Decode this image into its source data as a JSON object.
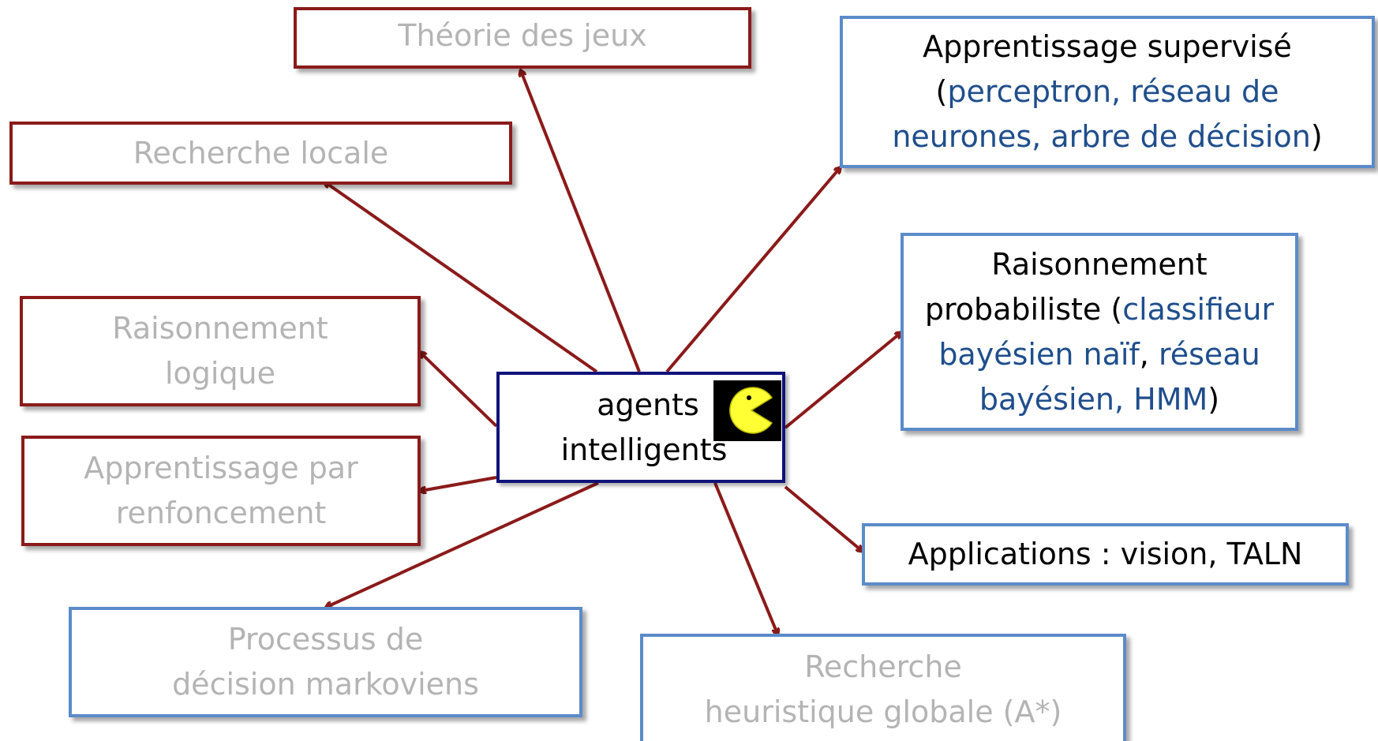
{
  "center": {
    "line1": "agents",
    "line2": "intelligents",
    "icon": "pacman-icon"
  },
  "topics": {
    "theorie_jeux": {
      "text": "Théorie des jeux"
    },
    "recherche_locale": {
      "text": "Recherche locale"
    },
    "raisonnement_logique": {
      "line1": "Raisonnement",
      "line2": "logique"
    },
    "apprentissage_renforcement": {
      "line1": "Apprentissage par",
      "line2": "renfoncement"
    },
    "processus_decision": {
      "line1": "Processus de",
      "line2": "décision markoviens"
    },
    "recherche_heuristique": {
      "line1": "Recherche",
      "line2": "heuristique globale (A*)"
    },
    "apprentissage_supervise": {
      "line1": "Apprentissage supervisé",
      "open": "(",
      "detail_a": "perceptron, réseau de",
      "detail_b": "neurones, arbre de décision",
      "close": ")"
    },
    "raisonnement_probabiliste": {
      "line1": "Raisonnement",
      "line2_main": "probabiliste (",
      "line2_detail": "classifieur",
      "line3_detail_a": "bayésien naïf",
      "line3_sep": ", ",
      "line3_detail_b": "réseau",
      "line4_detail": "bayésien, HMM",
      "close": ")"
    },
    "applications": {
      "text": "Applications : vision, TALN"
    }
  },
  "colors": {
    "arrow": "#8b1a1a",
    "red_border": "#8b1a1a",
    "blue_border": "#5b8bc9",
    "center_border": "#10127a",
    "faded_text": "#b4b4b4",
    "accent_text": "#1f4e8c"
  }
}
